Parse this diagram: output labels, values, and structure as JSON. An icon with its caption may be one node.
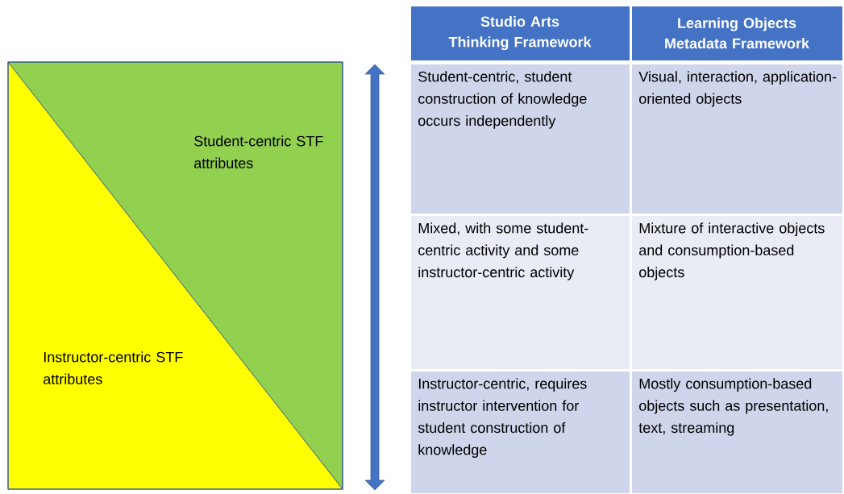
{
  "diagram": {
    "nodes": [
      {
        "text": [
          "Student-centric STF attributes"
        ]
      },
      {
        "text": [
          "Instructor-centric STF attributes"
        ]
      }
    ],
    "labels": [
      "Studio Arts Thinking Framework",
      "Learning Objects Metadata Framework",
      "Student-centric, student construction of knowledge occurs independently",
      "Visual, interaction, application-oriented objects",
      "Mixed, with some student-centric activity and some instructor-centric activity",
      "Mixture of interactive objects and consumption-based objects",
      "Instructor-centric, requires instructor intervention for student construction of knowledge",
      "Mostly consumption-based objects such as presentation, text, streaming"
    ]
  }
}
